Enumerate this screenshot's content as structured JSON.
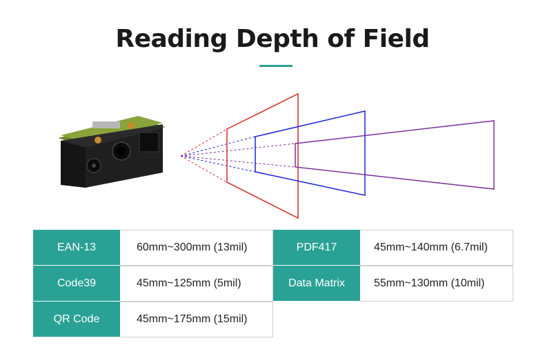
{
  "title": "Reading Depth of Field",
  "colors": {
    "accent": "#2aa195",
    "frame_near": "#d42a2a",
    "frame_mid": "#1a22d6",
    "frame_far": "#7a2e9e"
  },
  "specs_left": [
    {
      "code": "EAN-13",
      "range": "60mm~300mm (13mil)"
    },
    {
      "code": "Code39",
      "range": "45mm~125mm (5mil)"
    },
    {
      "code": "QR Code",
      "range": "45mm~175mm (15mil)"
    }
  ],
  "specs_right": [
    {
      "code": "PDF417",
      "range": "45mm~140mm (6.7mil)"
    },
    {
      "code": "Data Matrix",
      "range": "55mm~130mm (10mil)"
    }
  ]
}
